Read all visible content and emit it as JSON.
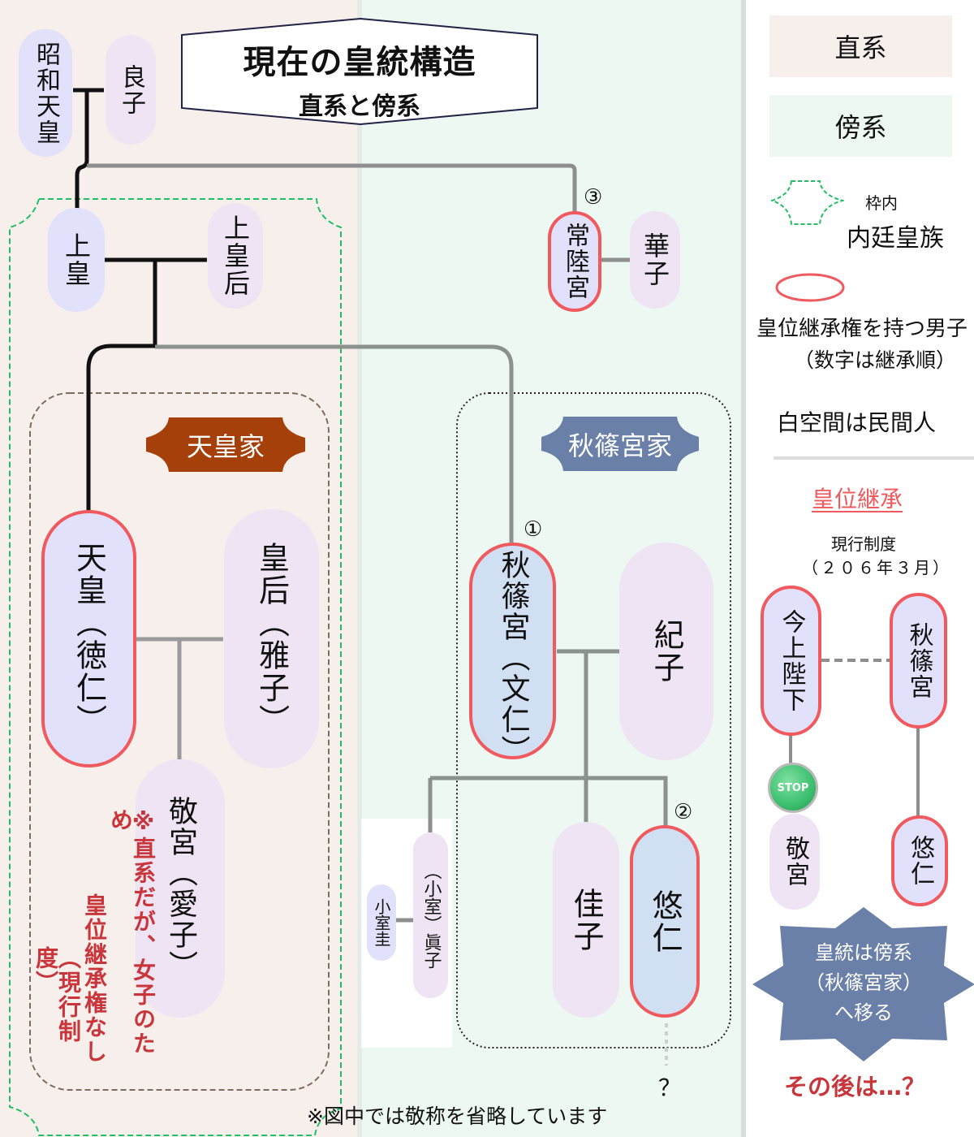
{
  "title": {
    "main": "現在の皇統構造",
    "sub": "直系と傍系"
  },
  "colors": {
    "direct_bg": "#f7efec",
    "collateral_bg": "#ecf8f1",
    "male": "#e1e1fb",
    "female": "#efe4f3",
    "heir_border": "#f05a5e",
    "tenno_banner": "#a5400b",
    "akishino_banner": "#6a80a8",
    "note_red": "#c8363c",
    "inner_family_border": "#1fbf63",
    "stop_button": "#3cbf6e"
  },
  "people": {
    "showa": "昭和天皇",
    "nagako": "良子",
    "joko": "上皇",
    "jokogo": "上皇后",
    "hitachi": "常陸宮",
    "hanako": "華子",
    "tenno": "天皇（徳仁）",
    "kogo": "皇后（雅子）",
    "toshinomiya": "敬宮（愛子）",
    "akishino": "秋篠宮（文仁）",
    "kiko": "紀子",
    "mako": "（小室）眞子",
    "kei": "小室圭",
    "kako": "佳子",
    "hisahito": "悠仁"
  },
  "succession_numbers": {
    "akishino": "①",
    "hisahito": "②",
    "hitachi": "③"
  },
  "families": {
    "tenno": "天皇家",
    "akishino": "秋篠宮家"
  },
  "notes": {
    "aiko_line1": "※直系だが、女子のため",
    "aiko_line2": "皇位継承権なし",
    "aiko_line3": "（現行制度）",
    "unknown": "？",
    "footer": "※図中では敬称を省略しています"
  },
  "legend": {
    "direct": "直系",
    "collateral": "傍系",
    "inner_small": "枠内",
    "inner_label": "内廷皇族",
    "heir_label": "皇位継承権を持つ男子",
    "heir_sub": "（数字は継承順）",
    "commoner": "白空間は民間人"
  },
  "succession_panel": {
    "heading": "皇位継承",
    "system": "現行制度",
    "date": "（２０６年３月）",
    "current": "今上陛下",
    "akishino": "秋篠宮",
    "stop": "STOP",
    "aiko": "敬宮",
    "hisahito": "悠仁",
    "star_line1": "皇統は傍系",
    "star_line2": "（秋篠宮家）",
    "star_line3": "へ移る",
    "question": "その後は…？"
  }
}
